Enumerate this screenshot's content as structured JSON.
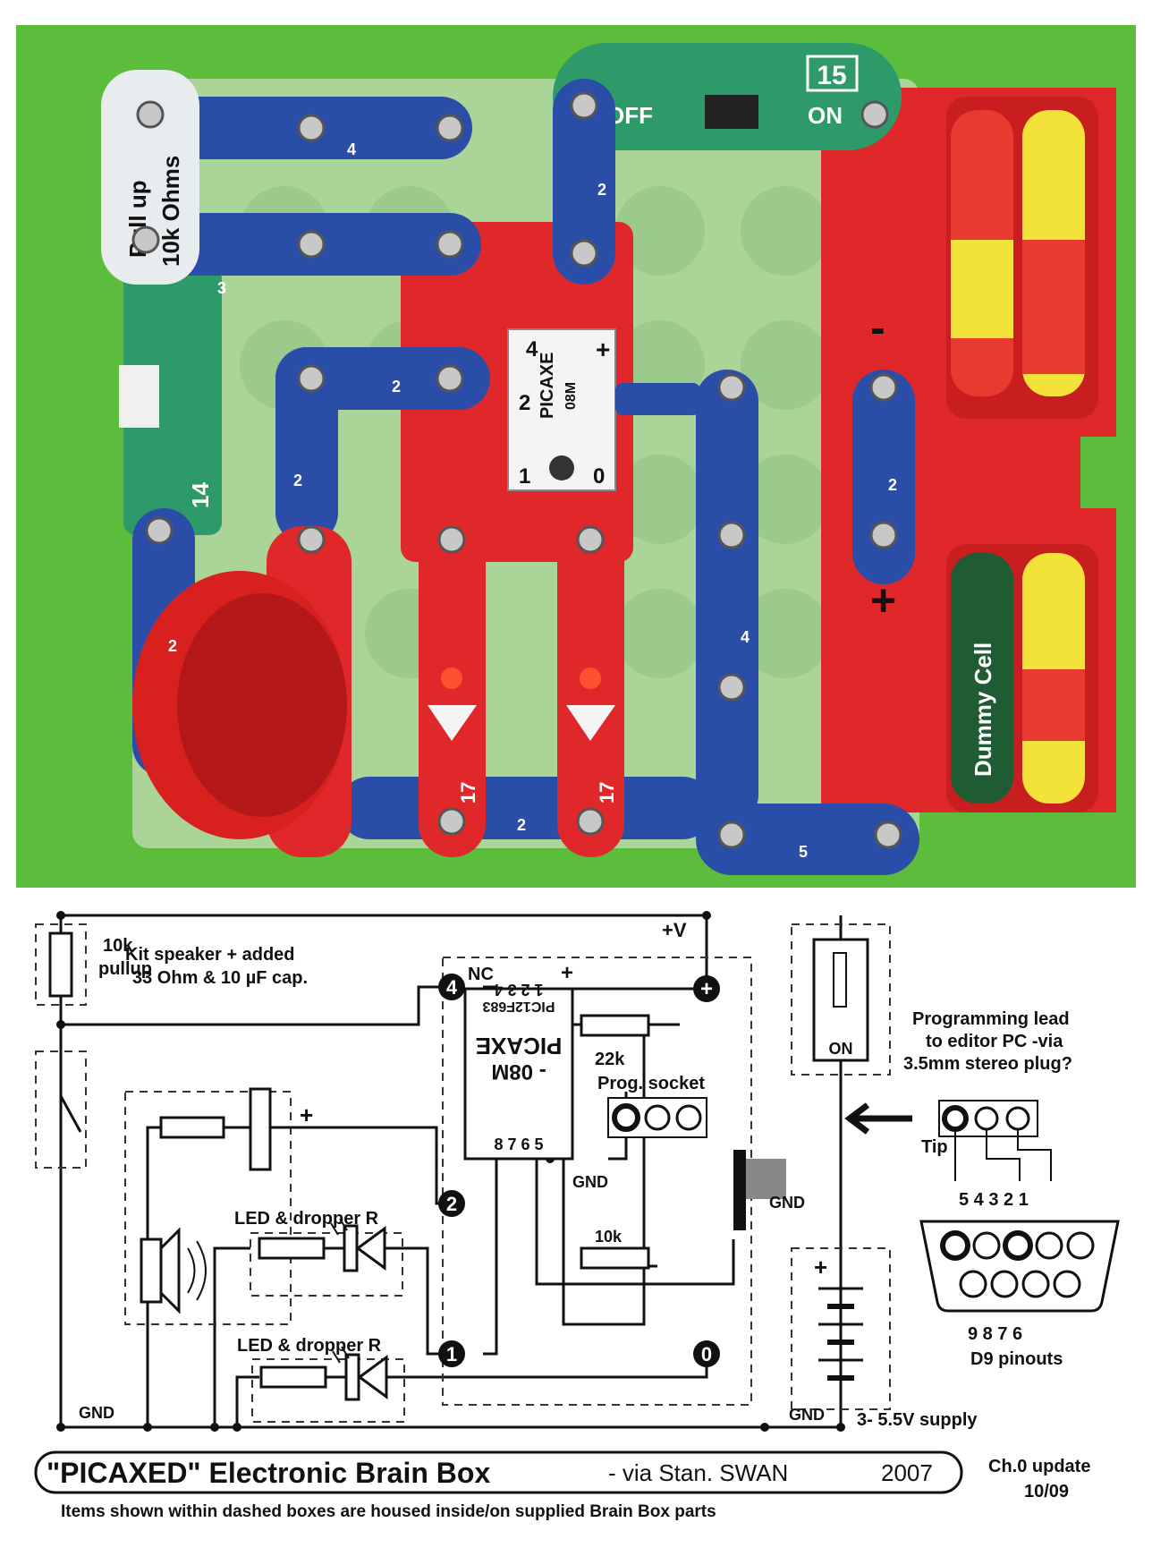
{
  "photo": {
    "resistor_label_1": "Pull up",
    "resistor_label_2": "10k Ohms",
    "switch_number": "15",
    "switch_off": "OFF",
    "switch_on": "ON",
    "wire_labels": [
      "4",
      "3",
      "2",
      "2",
      "2",
      "4",
      "2",
      "2",
      "5",
      "2"
    ],
    "block_left_number": "14",
    "led_number_1": "17",
    "led_number_2": "17",
    "chip_label": "PICAXE",
    "chip_sub": "08M",
    "chip_pin_4": "4",
    "chip_pin_2": "2",
    "chip_pin_1": "1",
    "chip_pin_0": "0",
    "chip_plus": "+",
    "minus_sign": "-",
    "plus_sign": "+",
    "dummy_cell": "Dummy Cell",
    "colors": {
      "background": "#5cbd3c",
      "blue": "#2a4ea8",
      "red": "#e0282a",
      "green": "#2e9a6a"
    }
  },
  "schematic": {
    "pullup_value": "10k",
    "pullup_label": "pullup",
    "vplus": "+V",
    "plus": "+",
    "kit_speaker_1": "Kit speaker + added",
    "kit_speaker_2": "33 Ohm & 10 µF cap.",
    "chip_nc": "NC",
    "chip_name": "PICAXE",
    "chip_model": "- 08M",
    "chip_part": "PIC12F683",
    "chip_top_pins": "1 2 3 4",
    "chip_bottom_pins": "8 7 6 5",
    "chip_plus": "+",
    "r22k": "22k",
    "prog_socket": "Prog. socket",
    "gnd_chip": "GND",
    "r10k": "10k",
    "gnd_right": "GND",
    "led_label_1": "LED & dropper R",
    "led_label_2": "LED & dropper R",
    "pin4": "4",
    "pin2": "2",
    "pin1": "1",
    "pin0": "0",
    "switch_on": "ON",
    "prog_lead_1": "Programming lead",
    "prog_lead_2": "to editor PC -via",
    "prog_lead_3": "3.5mm stereo plug?",
    "tip": "Tip",
    "d9_top_pins": "5  4  3  2  1",
    "d9_bottom_pins": "9   8   7   6",
    "d9_label": "D9 pinouts",
    "battery_plus": "+",
    "gnd_left": "GND",
    "gnd_bottom": "GND",
    "supply": "3- 5.5V supply",
    "title_main": "\"PICAXED\" Electronic Brain Box",
    "title_via": "- via Stan. SWAN",
    "title_year": "2007",
    "update_1": "Ch.0 update",
    "update_2": "10/09",
    "footnote": "Items shown within dashed boxes are housed inside/on supplied Brain Box parts"
  }
}
